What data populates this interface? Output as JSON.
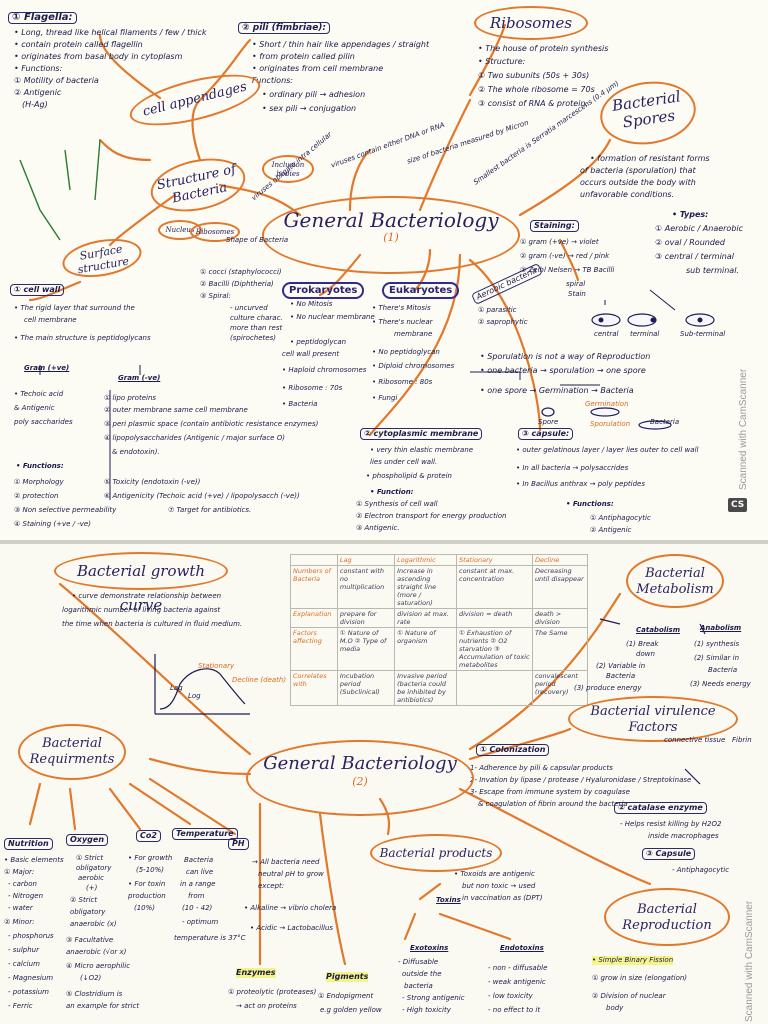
{
  "page1": {
    "center": {
      "title": "General Bacteriology",
      "num": "(1)"
    },
    "flagella": {
      "head": "① Flagella:",
      "lines": [
        "• Long, thread like helical filaments / few / thick",
        "• contain protein called flagellin",
        "• originates from basal body in cytoplasm",
        "• Functions:",
        "① Motility of bacteria",
        "② Antigenic",
        "(H-Ag)"
      ]
    },
    "pili": {
      "head": "② pili (fimbriae):",
      "lines": [
        "• Short / thin hair like appendages / straight",
        "• from protein called pilin",
        "• originates from cell membrane",
        "Functions:",
        "• ordinary pili → adhesion",
        "• sex pili → conjugation"
      ]
    },
    "ribosomes": {
      "head": "Ribosomes",
      "lines": [
        "• The house of protein synthesis",
        "• Structure:",
        "① Two subunits (50s + 30s)",
        "② The whole ribosome = 70s",
        "③ consist of RNA & protein."
      ]
    },
    "spores": {
      "head": "Bacterial Spores",
      "lines": [
        "• formation of resistant forms",
        "of bacteria (sporulation) that",
        "occurs outside the body with",
        "unfavorable conditions."
      ]
    },
    "types": {
      "head": "• Types:",
      "lines": [
        "① Aerobic / Anaerobic",
        "② oval / Rounded",
        "③ central / terminal",
        "sub terminal."
      ]
    },
    "spore_shapes": [
      "central",
      "terminal",
      "Sub-terminal"
    ],
    "cell_appendages": "cell appendages",
    "structure": "Structure of Bacteria",
    "surface": "Surface structure",
    "inclusion": "Inclusion bodies",
    "nucleus": "Nucleus",
    "ribosomes_small": "Ribosomes",
    "shape": {
      "head": "Shape of Bacteria",
      "lines": [
        "① cocci (staphylococci)",
        "② Bacilli (Diphtheria)",
        "③ Spiral:",
        "- uncurved",
        "culture charac.",
        "more than rest",
        "(spirochetes)"
      ]
    },
    "viruses_obligate": "viruses obligate intra cellular",
    "viruses_contain": "viruses contain either DNA or RNA",
    "size": "size of bacteria measured by Micron",
    "smallest": "Smallest bacteria is Serratia marcescens (0.4 µm)",
    "staining": {
      "head": "Staining:",
      "lines": [
        "① gram (+ve) → violet",
        "② gram (-ve) → red / pink",
        "③ Zeihl Nelsen → TB Bacilli",
        "spiral",
        "Stain"
      ]
    },
    "aerobic": [
      "Aerobic bacteria",
      "① parasitic",
      "② saprophytic"
    ],
    "prokaryotes": {
      "head": "Prokaryotes",
      "lines": [
        "• No Mitosis",
        "• No nuclear membrane",
        "• peptidoglycan",
        "cell wall present",
        "• Haploid chromosomes",
        "• Ribosome : 70s",
        "• Bacteria"
      ]
    },
    "eukaryotes": {
      "head": "Eukaryotes",
      "lines": [
        "• There's Mitosis",
        "• There's nuclear",
        "membrane",
        "• No peptidoglycan",
        "• Diploid chromosomes",
        "• Ribosome : 80s",
        "• Fungi"
      ]
    },
    "sporulation": {
      "lines": [
        "• Sporulation is not a way of Reproduction",
        "• one bacteria → sporulation → one spore",
        "• one spore → Germination → Bacteria"
      ],
      "labels": [
        "Spore",
        "Germination",
        "Sporulation",
        "Bacteria"
      ]
    },
    "cell_wall": {
      "head": "① cell wall",
      "lines": [
        "• The rigid layer that surround the",
        "cell membrane",
        "• The main structure is peptidoglycans"
      ],
      "gram_pos": {
        "head": "Gram (+ve)",
        "lines": [
          "• Techoic acid",
          "& Antigenic",
          "poly saccharides"
        ]
      },
      "gram_neg": {
        "head": "Gram (-ve)",
        "lines": [
          "① lipo proteins",
          "② outer membrane same cell membrane",
          "③ peri plasmic space (contain antibiotic resistance enzymes)",
          "④ lipopolysaccharides (Antigenic / major surface O)",
          "& endotoxin)."
        ]
      },
      "functions_head": "• Functions:",
      "functions": [
        "① Morphology",
        "② protection",
        "③ Non selective permeability",
        "④ Staining (+ve / -ve)",
        "⑤ Toxicity (endotoxin (-ve))",
        "⑥ Antigenicity (Techoic acid (+ve) / lipopolysacch (-ve))",
        "⑦ Target for antibiotics."
      ]
    },
    "cyto": {
      "head": "② cytoplasmic membrane",
      "lines": [
        "• very thin elastic membrane",
        "lies under cell wall.",
        "• phospholipid & protein",
        "• Function:",
        "① Synthesis of cell wall",
        "② Electron transport for energy production",
        "③ Antigenic."
      ]
    },
    "capsule": {
      "head": "③ capsule:",
      "lines": [
        "• outer gelatinous layer / layer lies outer to cell wall",
        "• In all bacteria → polysaccrides",
        "• In Bacillus anthrax → poly peptides"
      ],
      "functions_head": "• Functions:",
      "functions": [
        "① Antiphagocytic",
        "② Antigenic"
      ]
    },
    "watermark": "Scanned with CamScanner",
    "cs_badge": "CS"
  },
  "page2": {
    "center": {
      "title": "General Bacteriology",
      "num": "(2)"
    },
    "growth": {
      "head": "Bacterial growth curve",
      "lines": [
        "• curve demonstrate relationship between",
        "logarithmic number of living bacteria against",
        "the time when bacteria is cultured in fluid medium."
      ],
      "curve_labels": [
        "Lag",
        "Log",
        "Stationary",
        "Decline (death)"
      ]
    },
    "table": {
      "headers": [
        "",
        "Lag",
        "Logarithmic",
        "Stationary",
        "Decline"
      ],
      "rows": [
        [
          "Numbers of Bacteria",
          "constant with no multiplication",
          "Increase in ascending straight line (more / saturation)",
          "constant at max. concentration",
          "Decreasing until disappear"
        ],
        [
          "Explanation",
          "prepare for division",
          "division at max. rate",
          "division = death",
          "death > division"
        ],
        [
          "Factors affecting",
          "① Nature of M.O ② Type of media",
          "① Nature of organism",
          "① Exhaustion of nutrients ② O2 starvation ③ Accumulation of toxic metabolites",
          "The Same"
        ],
        [
          "Correlates with",
          "Incubation period (Subclinical)",
          "Invasive period (bacteria could be inhibited by antibiotics)",
          "",
          "convalescent period (recovery)"
        ]
      ]
    },
    "metabolism": {
      "head": "Bacterial Metabolism",
      "catabolism": "Catabolism",
      "anabolism": "Anabolism",
      "cat_lines": [
        "(1) Break",
        "down",
        "(2) Variable in",
        "Bacteria",
        "(3) produce energy"
      ],
      "ana_lines": [
        "(1) synthesis",
        "(2) Similar in",
        "Bacteria",
        "(3) Needs energy"
      ]
    },
    "virulence": {
      "head": "Bacterial virulence Factors",
      "colon_head": "① Colonization",
      "lines": [
        "1- Adherence by pili & capsular products",
        "2- Invation by lipase / protease / Hyaluronidase / Streptokinase",
        "3- Escape from immune system by coagulase",
        "& coagulation of fibrin around the bacteria"
      ],
      "tissue": "connective tissue",
      "fibrin": "Fibrin",
      "catalase_head": "② catalase enzyme",
      "catalase_lines": [
        "- Helps resist killing by H2O2",
        "inside macrophages"
      ],
      "capsule_head": "③ Capsule",
      "capsule_line": "- Antiphagocytic"
    },
    "requirements": {
      "head": "Bacterial Requirments",
      "nutrition": {
        "head": "Nutrition",
        "lines": [
          "• Basic elements",
          "① Major:",
          "- carbon",
          "- Nitrogen",
          "- water",
          "② Minor:",
          "- phosphorus",
          "- sulphur",
          "- calcium",
          "- Magnesium",
          "- potassium",
          "- Ferric"
        ]
      },
      "oxygen": {
        "head": "Oxygen",
        "lines": [
          "① Strict",
          "obligatory",
          "aerobic",
          "(+)",
          "② Strict",
          "obligatory",
          "anaerobic (x)",
          "③ Facultative",
          "anaerobic (√or x)",
          "④ Micro aerophilic",
          "(↓O2)",
          "⑤ Clostridium is",
          "an example for strict"
        ]
      },
      "co2": {
        "head": "Co2",
        "lines": [
          "• For growth",
          "(5-10%)",
          "• For toxin",
          "production",
          "(10%)"
        ]
      },
      "temperature": {
        "head": "Temperature",
        "lines": [
          "Bacteria",
          "can live",
          "in a range",
          "from",
          "(10 - 42)",
          "- optimum",
          "temperature is 37°C"
        ]
      },
      "ph": {
        "head": "PH",
        "lines": [
          "→ All bacteria need",
          "neutral pH to grow",
          "except:",
          "• Alkaline → vibrio cholera",
          "• Acidic → Lactobacillus"
        ]
      }
    },
    "enzymes": {
      "head": "Enzymes",
      "lines": [
        "① proteolytic (proteases)",
        "→ act on proteins"
      ]
    },
    "pigments": {
      "head": "Pigments",
      "lines": [
        "① Endopigment",
        "e.g golden yellow"
      ]
    },
    "products": {
      "head": "Bacterial products",
      "toxins": "Toxins",
      "note": [
        "• Toxoids are antigenic",
        "but non toxic → used",
        "in vaccination as (DPT)"
      ],
      "exo": {
        "head": "Exotoxins",
        "lines": [
          "- Diffusable",
          "outside the",
          "bacteria",
          "- Strong antigenic",
          "- High toxicity"
        ]
      },
      "endo": {
        "head": "Endotoxins",
        "lines": [
          "- non - diffusable",
          "- weak antigenic",
          "- low toxicity",
          "- no effect to it"
        ]
      }
    },
    "reproduction": {
      "head": "Bacterial Reproduction",
      "lines": [
        "• Simple Binary Fission",
        "① grow in size (elongation)",
        "② Division of nuclear",
        "body"
      ]
    },
    "watermark": "Scanned with CamScanner"
  }
}
